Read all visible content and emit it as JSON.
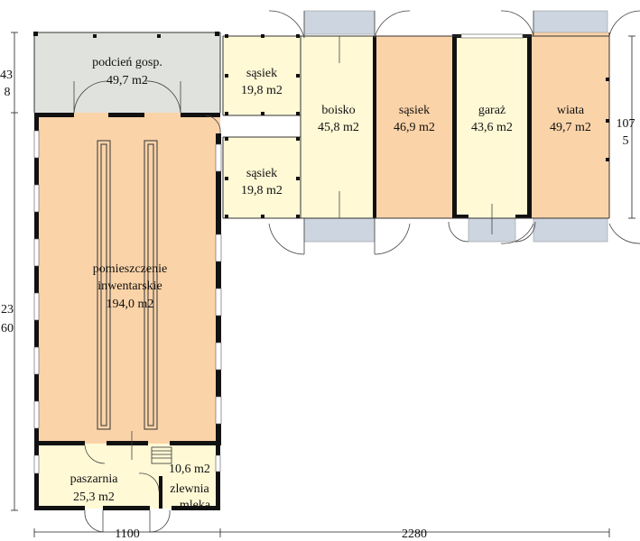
{
  "rooms": {
    "podcien": {
      "name": "podcień gosp.",
      "area": "49,7 m2"
    },
    "sasiek_top": {
      "name": "sąsiek",
      "area": "19,8 m2"
    },
    "sasiek_bottom": {
      "name": "sąsiek",
      "area": "19,8 m2"
    },
    "boisko": {
      "name": "boisko",
      "area": "45,8 m2"
    },
    "sasiek_right": {
      "name": "sąsiek",
      "area": "46,9 m2"
    },
    "garaz": {
      "name": "garaż",
      "area": "43,6 m2"
    },
    "wiata": {
      "name": "wiata",
      "area": "49,7 m2"
    },
    "pomieszczenie": {
      "line1": "pomieszczenie",
      "line2": "inwentarskie",
      "area": "194,0 m2"
    },
    "paszarnia": {
      "name": "paszarnia",
      "area": "25,3 m2"
    },
    "zlewnia": {
      "area": "10,6 m2",
      "line1": "zlewnia",
      "line2": "mleka"
    }
  },
  "dimensions": {
    "left_top": {
      "line1": "43",
      "line2": "8"
    },
    "left_main": {
      "line1": "23",
      "line2": "60"
    },
    "right": {
      "line1": "107",
      "line2": "5"
    },
    "bottom_left": "1100",
    "bottom_right": "2280"
  },
  "colors": {
    "livestock": "#fbd3a8",
    "barn": "#fff9d6",
    "canopy": "#dfe2dd",
    "doors": "#cdd6e0",
    "wall": "#111111"
  }
}
